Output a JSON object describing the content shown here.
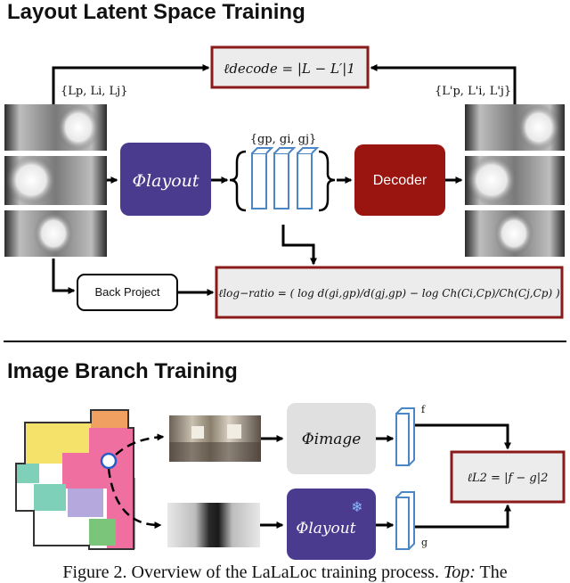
{
  "sections": {
    "top_title": "Layout Latent Space Training",
    "bottom_title": "Image Branch Training"
  },
  "top": {
    "decode_loss": "ℓdecode = |L − L′|1",
    "input_labels": "{Lp, Li, Lj}",
    "output_labels": "{L'p, L'i, L'j}",
    "latent_labels": "{gp, gi, gj}",
    "encoder": "Φlayout",
    "decoder": "Decoder",
    "back_project": "Back Project",
    "log_ratio_loss": "ℓlog−ratio = ( log d(gi,gp)/d(gj,gp) − log Ch(Ci,Cp)/Ch(Cj,Cp) )"
  },
  "bottom": {
    "image_encoder": "Φimage",
    "layout_encoder": "Φlayout",
    "f_label": "f",
    "g_label": "g",
    "l2_loss": "ℓL2 = |f − g|2",
    "frozen_icon": "snowflake-icon"
  },
  "caption": {
    "text_before": "Figure 2. Overview of the LaLaLoc training process. ",
    "text_italic": "Top:",
    "text_after": " The"
  },
  "colors": {
    "loss_border": "#8b1a1a",
    "encoder_purple": "#4a3b8f",
    "decoder_red": "#9a1410",
    "image_encoder_gray": "#e0e0e0",
    "latent_blue": "#4a86c8",
    "loss_fill": "#ececec"
  }
}
